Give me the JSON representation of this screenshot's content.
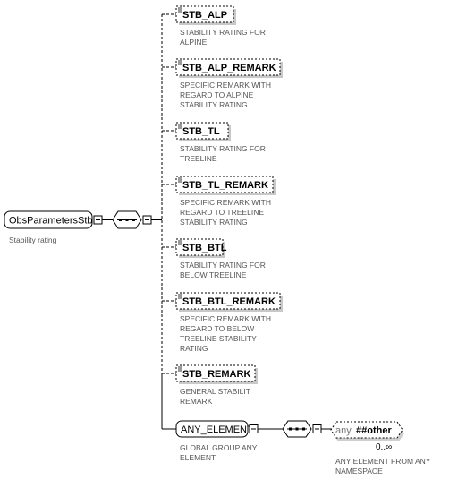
{
  "root": {
    "name": "ObsParametersStb",
    "description": "Stability rating"
  },
  "elements": [
    {
      "name": "STB_ALP",
      "desc": [
        "STABILITY RATING FOR",
        "ALPINE"
      ]
    },
    {
      "name": "STB_ALP_REMARK",
      "desc": [
        "SPECIFIC REMARK WITH",
        "REGARD TO ALPINE",
        "STABILITY RATING"
      ]
    },
    {
      "name": "STB_TL",
      "desc": [
        "STABILITY RATING FOR",
        "TREELINE"
      ]
    },
    {
      "name": "STB_TL_REMARK",
      "desc": [
        "SPECIFIC REMARK WITH",
        "REGARD TO TREELINE",
        "STABILITY RATING"
      ]
    },
    {
      "name": "STB_BTL",
      "desc": [
        "STABILITY RATING FOR",
        "BELOW TREELINE"
      ]
    },
    {
      "name": "STB_BTL_REMARK",
      "desc": [
        "SPECIFIC REMARK WITH",
        "REGARD TO BELOW",
        "TREELINE STABILITY",
        "RATING"
      ]
    },
    {
      "name": "STB_REMARK",
      "desc": [
        "GENERAL STABILIT",
        "REMARK"
      ]
    }
  ],
  "group": {
    "name": "ANY_ELEMENT",
    "desc": [
      "GLOBAL GROUP ANY",
      "ELEMENT"
    ]
  },
  "any": {
    "prefix": "any",
    "namespace": "##other",
    "occurrence": "0..∞",
    "desc": [
      "ANY ELEMENT FROM ANY",
      "NAMESPACE"
    ]
  }
}
